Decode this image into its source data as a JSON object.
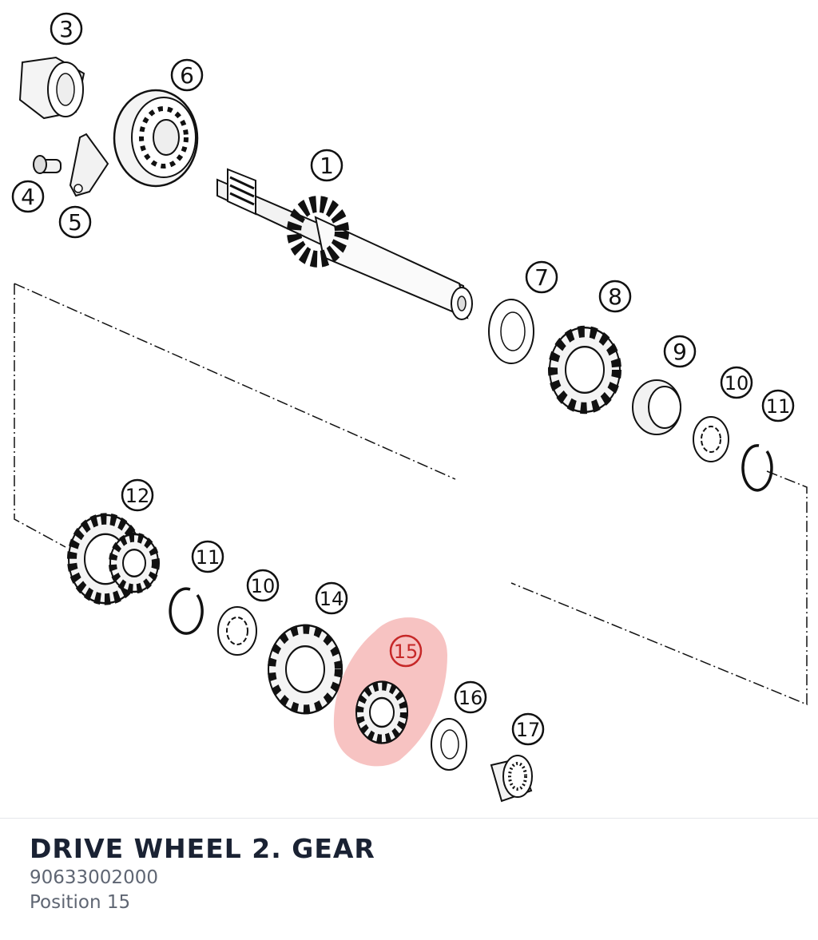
{
  "part": {
    "title": "DRIVE WHEEL 2. GEAR",
    "number": "90633002000",
    "position": "Position 15"
  },
  "highlight_color": "#e53935",
  "callouts": {
    "c1": "1",
    "c3": "3",
    "c4": "4",
    "c5": "5",
    "c6": "6",
    "c7": "7",
    "c8": "8",
    "c9": "9",
    "c10a": "10",
    "c11a": "11",
    "c12": "12",
    "c11b": "11",
    "c10b": "10",
    "c14": "14",
    "c15": "15",
    "c16": "16",
    "c17": "17"
  }
}
